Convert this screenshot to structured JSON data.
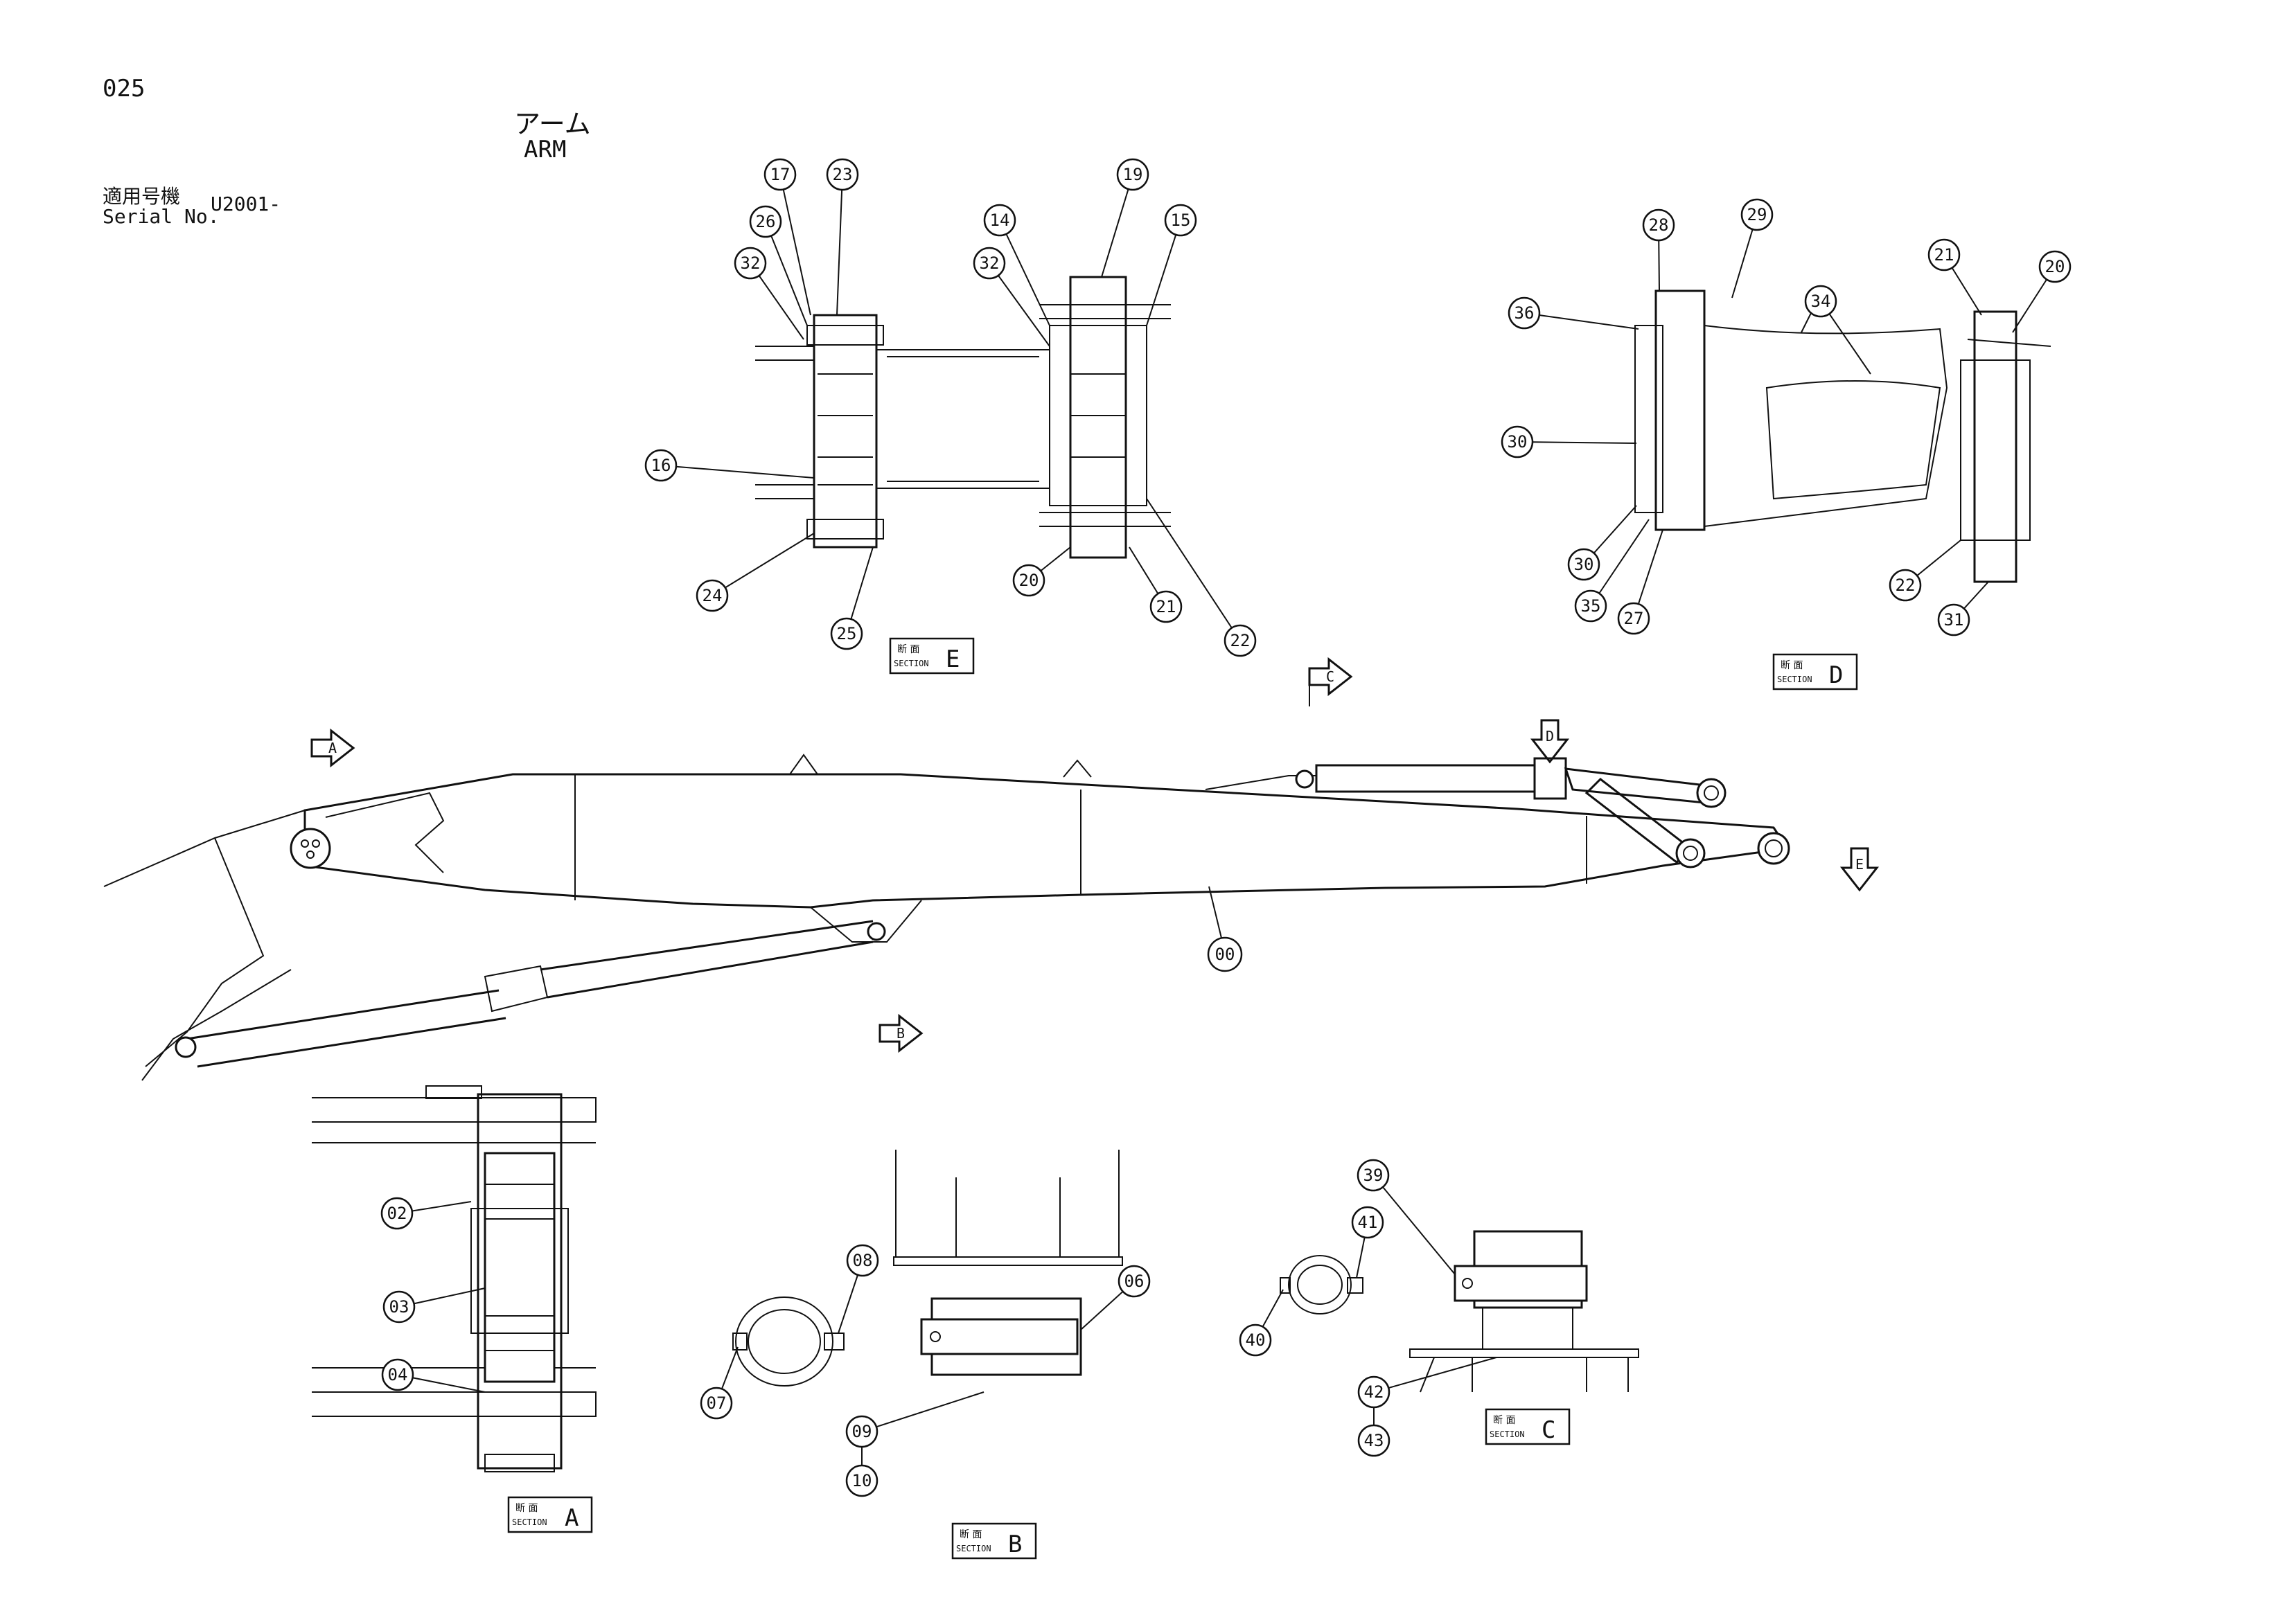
{
  "header": {
    "page_number": "025",
    "title_jp": "アーム",
    "title_en": "ARM",
    "serial_label_jp": "適用号機",
    "serial_label_en": "Serial No.",
    "serial_value": "U2001-"
  },
  "section_label": {
    "jp": "断 面",
    "en": "SECTION"
  },
  "sections": {
    "A": "A",
    "B": "B",
    "C": "C",
    "D": "D",
    "E": "E"
  },
  "view_arrows": {
    "A": "A",
    "B": "B",
    "C": "C",
    "D": "D",
    "E": "E"
  },
  "callouts": {
    "main": [
      "00"
    ],
    "section_e": [
      "17",
      "23",
      "26",
      "32",
      "19",
      "14",
      "32",
      "15",
      "16",
      "24",
      "25",
      "20",
      "21",
      "22"
    ],
    "section_d": [
      "28",
      "29",
      "36",
      "34",
      "21",
      "20",
      "30",
      "30",
      "35",
      "27",
      "22",
      "31"
    ],
    "section_a": [
      "02",
      "03",
      "04"
    ],
    "section_b": [
      "08",
      "06",
      "07",
      "09",
      "10"
    ],
    "section_c": [
      "39",
      "41",
      "40",
      "42",
      "43"
    ]
  }
}
